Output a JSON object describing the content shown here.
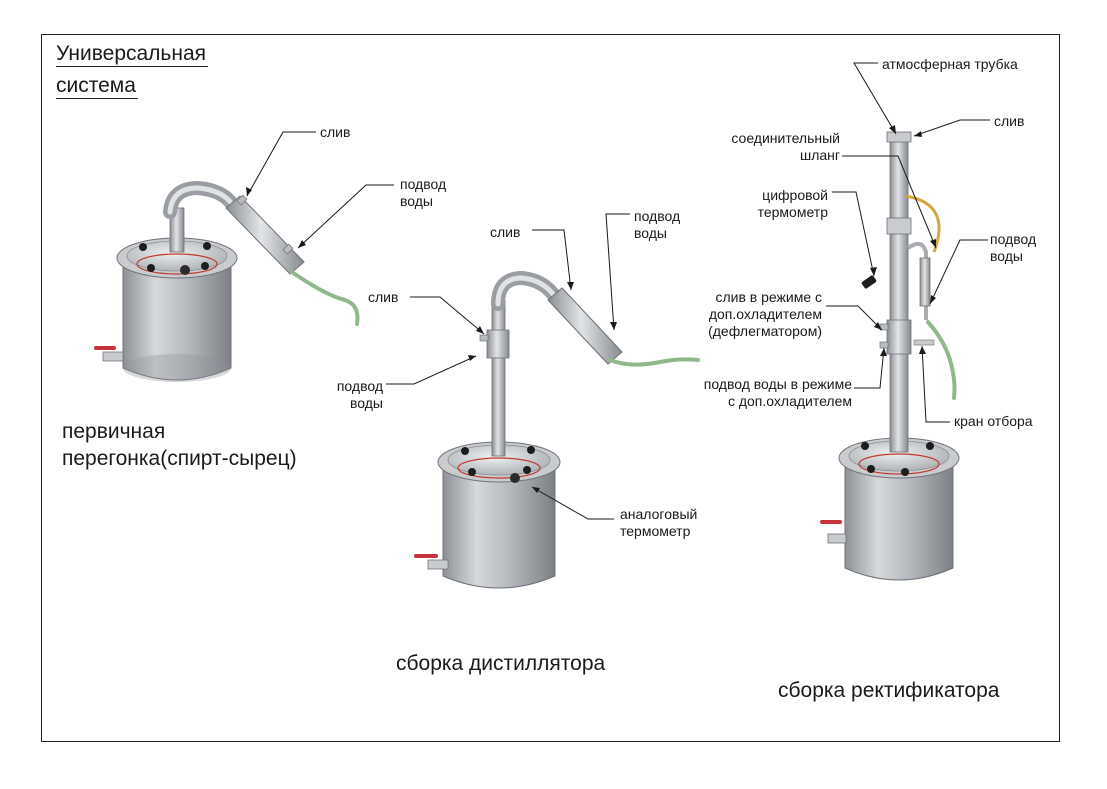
{
  "title": {
    "line1": "Универсальная",
    "line2": "система"
  },
  "sections": {
    "primary": {
      "line1": "первичная",
      "line2": "перегонка(спирт-сырец)"
    },
    "distiller": "сборка дистиллятора",
    "rectifier": "сборка ректификатора"
  },
  "labels": {
    "a_sliv": "слив",
    "a_podvod1": "подвод",
    "a_podvod2": "воды",
    "b_sliv_top": "слив",
    "b_podvod_top1": "подвод",
    "b_podvod_top2": "воды",
    "b_sliv_left": "слив",
    "b_podvod_left1": "подвод",
    "b_podvod_left2": "воды",
    "b_thermo1": "аналоговый",
    "b_thermo2": "термометр",
    "c_atm": "атмосферная трубка",
    "c_sliv": "слив",
    "c_hose1": "соединительный",
    "c_hose2": "шланг",
    "c_digit1": "цифровой",
    "c_digit2": "термометр",
    "c_podvod1": "подвод",
    "c_podvod2": "воды",
    "c_slivmode1": "слив в режиме с",
    "c_slivmode2": "доп.охладителем",
    "c_slivmode3": "(дефлегматором)",
    "c_podvodmode1": "подвод воды в режиме",
    "c_podvodmode2": "с доп.охладителем",
    "c_kran": "кран отбора"
  },
  "colors": {
    "steel_light": "#d9dbdd",
    "steel_mid": "#a9adb1",
    "steel_dark": "#7b7f84",
    "hose_green": "#8fb98a",
    "hose_yellow": "#d4a73c",
    "valve_red": "#c8323a",
    "gasket_red": "#c0392b"
  }
}
